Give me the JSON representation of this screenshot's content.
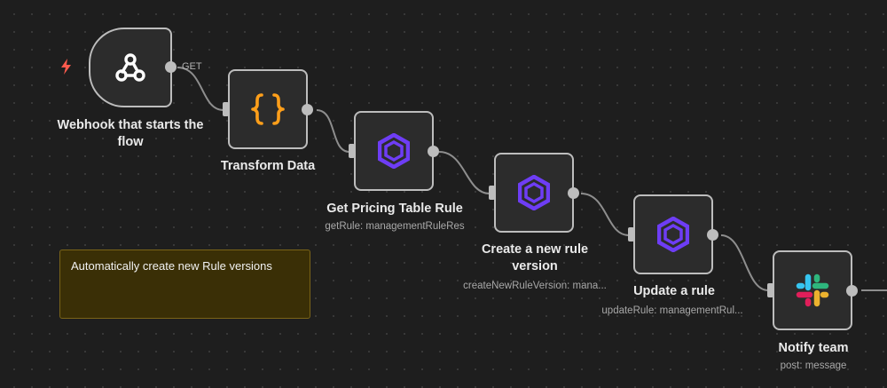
{
  "workflow": {
    "nodes": [
      {
        "id": "webhook",
        "title_lines": [
          "Webhook that starts the",
          "flow"
        ],
        "subtitle": "",
        "icon": "webhook-icon",
        "output_label": "GET"
      },
      {
        "id": "transform",
        "title_lines": [
          "Transform Data"
        ],
        "subtitle": "",
        "icon": "code-braces-icon"
      },
      {
        "id": "get_rule",
        "title_lines": [
          "Get Pricing Table Rule"
        ],
        "subtitle": "getRule: managementRuleRes",
        "icon": "hexagon-icon"
      },
      {
        "id": "create_version",
        "title_lines": [
          "Create a new rule",
          "version"
        ],
        "subtitle": "createNewRuleVersion: mana...",
        "icon": "hexagon-icon"
      },
      {
        "id": "update_rule",
        "title_lines": [
          "Update a rule"
        ],
        "subtitle": "updateRule: managementRul...",
        "icon": "hexagon-icon"
      },
      {
        "id": "notify",
        "title_lines": [
          "Notify team"
        ],
        "subtitle": "post: message",
        "icon": "slack-icon"
      }
    ],
    "sticky_note": {
      "text": "Automatically create new Rule versions"
    }
  },
  "colors": {
    "canvas": "#1e1e1e",
    "node_fill": "#2c2c2c",
    "node_border": "#bdbdbd",
    "trigger_bolt": "#ff5a4d",
    "code_orange": "#ff9f1a",
    "hexagon_purple": "#6e3df5",
    "sticky_fill": "#3a2f06",
    "sticky_border": "#7a6418"
  }
}
